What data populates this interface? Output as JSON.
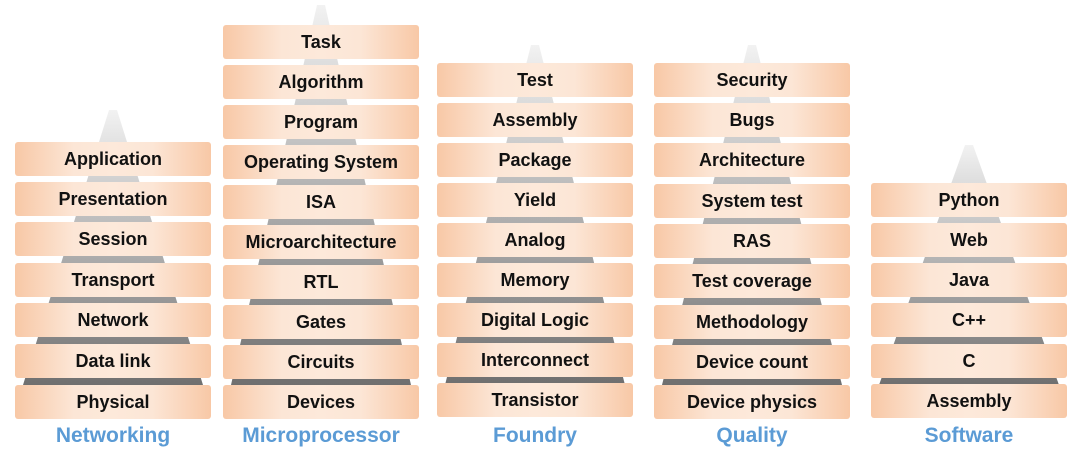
{
  "stacks": [
    {
      "title": "Networking",
      "layers": [
        "Application",
        "Presentation",
        "Session",
        "Transport",
        "Network",
        "Data link",
        "Physical"
      ]
    },
    {
      "title": "Microprocessor",
      "layers": [
        "Task",
        "Algorithm",
        "Program",
        "Operating System",
        "ISA",
        "Microarchitecture",
        "RTL",
        "Gates",
        "Circuits",
        "Devices"
      ]
    },
    {
      "title": "Foundry",
      "layers": [
        "Test",
        "Assembly",
        "Package",
        "Yield",
        "Analog",
        "Memory",
        "Digital Logic",
        "Interconnect",
        "Transistor"
      ]
    },
    {
      "title": "Quality",
      "layers": [
        "Security",
        "Bugs",
        "Architecture",
        "System test",
        "RAS",
        "Test coverage",
        "Methodology",
        "Device count",
        "Device physics"
      ]
    },
    {
      "title": "Software",
      "layers": [
        "Python",
        "Web",
        "Java",
        "C++",
        "C",
        "Assembly"
      ]
    }
  ],
  "colors": {
    "title": "#5b9bd5",
    "block_edge": "#f8c8a6",
    "block_center": "#fde9da",
    "pyramid_dark": "#6f6f6f",
    "pyramid_light": "#f2f2f2"
  }
}
